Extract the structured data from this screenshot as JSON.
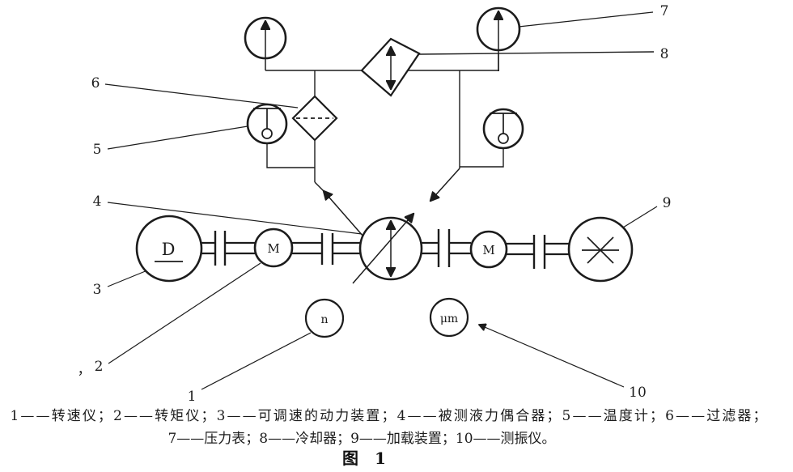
{
  "figure": {
    "callout_1": "1",
    "callout_2": "2",
    "callout_2_comma": "，",
    "callout_3": "3",
    "callout_4": "4",
    "callout_5": "5",
    "callout_6": "6",
    "callout_7": "7",
    "callout_8": "8",
    "callout_9": "9",
    "callout_10": "10",
    "motor_label": "D",
    "torque_meter_left_label": "M",
    "torque_meter_right_label": "M",
    "tachometer_label": "n",
    "vibrometer_label": "μm",
    "legend_line_1": "1——转速仪；2——转矩仪；3——可调速的动力装置；4——被测液力偶合器；5——温度计；6——过滤器；",
    "legend_line_2": "7——压力表；8——冷却器；9——加载装置；10——测振仪。",
    "caption": "图　1",
    "colors": {
      "ink": "#1c1c1c",
      "paper": "#ffffff"
    }
  }
}
